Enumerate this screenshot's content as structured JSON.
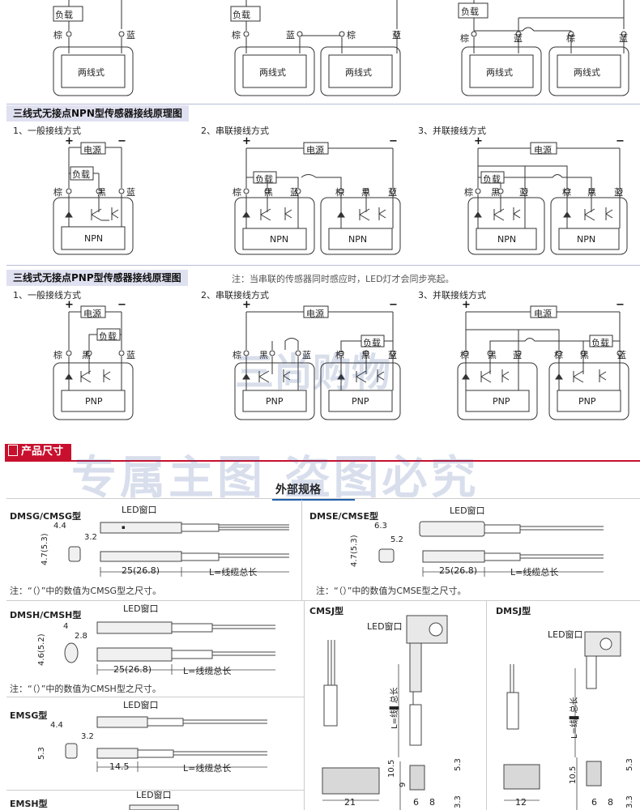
{
  "top": {
    "load": "负载",
    "brown": "棕",
    "blue": "蓝",
    "two_wire": "两线式"
  },
  "npn": {
    "title": "三线式无接点NPN型传感器接线原理图",
    "m1": "1、一般接线方式",
    "m2": "2、串联接线方式",
    "m3": "3、并联接线方式",
    "power": "电源",
    "load": "负载",
    "brown": "棕",
    "black": "黑",
    "blue": "蓝",
    "label": "NPN"
  },
  "pnp": {
    "title": "三线式无接点PNP型传感器接线原理图",
    "note": "注：当串联的传感器同时感应时，LED灯才会同步亮起。",
    "m1": "1、一般接线方式",
    "m2": "2、串联接线方式",
    "m3": "3、并联接线方式",
    "power": "电源",
    "load": "负载",
    "brown": "棕",
    "black": "黑",
    "blue": "蓝",
    "label": "PNP"
  },
  "dimensions": {
    "section": "产品尺寸",
    "heading": "外部规格",
    "led": "LED窗口",
    "cable": "L=线缆总长",
    "cable_vertical": "L=线▌总长",
    "dmsg": {
      "title": "DMSG/CMSG型",
      "w": "4.4",
      "t": "3.2",
      "h": "4.7(5.3)",
      "len": "25(26.8)",
      "note": "注：“（）”中的数值为CMSG型之尺寸。"
    },
    "dmse": {
      "title": "DMSE/CMSE型",
      "w": "6.3",
      "t": "5.2",
      "h": "4.7(5.3)",
      "len": "25(26.8)",
      "note": "注：“（）”中的数值为CMSE型之尺寸。"
    },
    "dmsh": {
      "title": "DMSH/CMSH型",
      "w": "4",
      "t": "2.8",
      "h": "4.6(5.2)",
      "len": "25(26.8)",
      "note": "注：“（）”中的数值为CMSH型之尺寸。"
    },
    "emsg": {
      "title": "EMSG型",
      "w": "4.4",
      "t": "3.2",
      "h": "5.3",
      "len": "14.5"
    },
    "emsh": {
      "title": "EMSH型"
    },
    "cmsj": {
      "title": "CMSJ型",
      "d1": "10.5",
      "d2": "9",
      "d3": "5.3",
      "d4": "3.3",
      "w1": "21",
      "w2": "6",
      "w3": "8"
    },
    "dmsj": {
      "title": "DMSJ型",
      "d1": "10.5",
      "d3": "5.3",
      "d4": "3.3",
      "w1": "12",
      "w2": "6",
      "w3": "8"
    }
  },
  "watermark": {
    "w1": "三尚购物",
    "w2": "专属主图 盗图必究"
  },
  "colors": {
    "accent": "#c8102e",
    "section_bg": "#dfe1f1",
    "heading_blue": "#1f5faa"
  }
}
